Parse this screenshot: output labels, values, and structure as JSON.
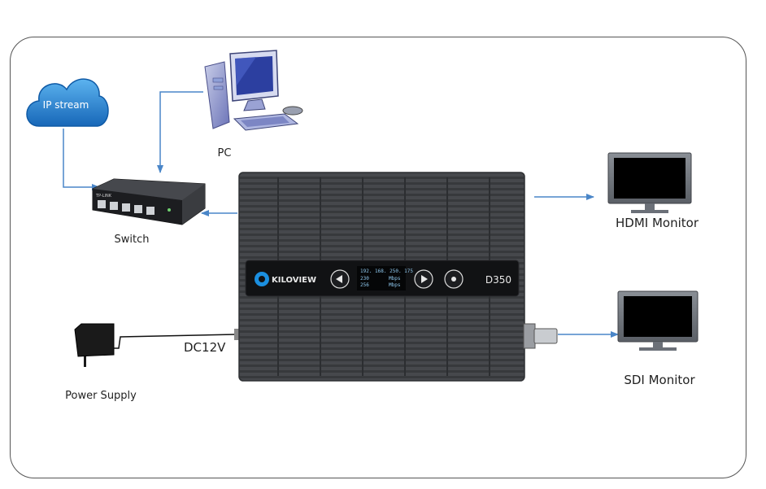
{
  "labels": {
    "ip_stream": "IP stream",
    "pc": "PC",
    "switch": "Switch",
    "hdmi_monitor": "HDMI Monitor",
    "sdi_monitor": "SDI Monitor",
    "power_supply": "Power Supply",
    "dc12v": "DC12V"
  },
  "device": {
    "brand": "KILOVIEW",
    "model": "D350",
    "display": {
      "ip": "192. 168. 250. 175",
      "row1_value": "230",
      "row1_unit": "Mbps",
      "row2_value": "256",
      "row2_unit": "Mbps"
    }
  },
  "switch_brand": "TP-LINK",
  "colors": {
    "arrow": "#4a86c8",
    "cloud": "#1f7fd1",
    "device_body": "#4a4c50",
    "panel": "#111214",
    "frame": "#555555"
  }
}
